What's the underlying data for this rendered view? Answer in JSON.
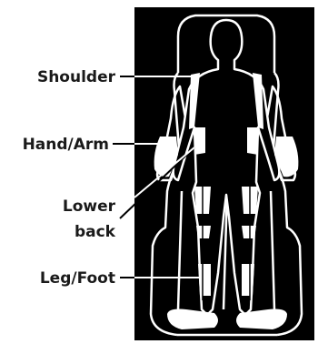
{
  "labels": {
    "shoulder": "Shoulder",
    "hand_arm": "Hand/Arm",
    "lower_back_line1": "Lower",
    "lower_back_line2": "back",
    "leg_foot": "Leg/Foot"
  },
  "colors": {
    "background": "#ffffff",
    "panel": "#000000",
    "outline": "#ffffff",
    "label_text": "#1a1a1a"
  }
}
